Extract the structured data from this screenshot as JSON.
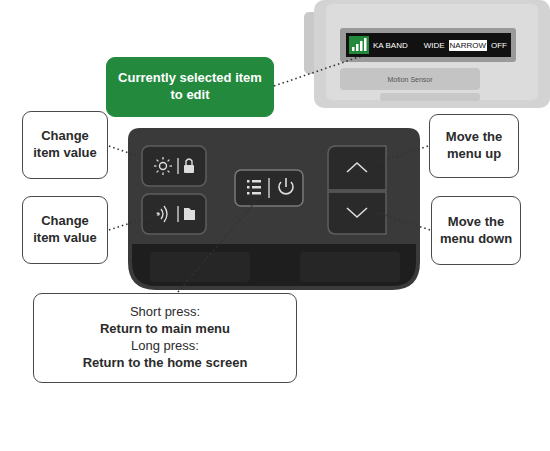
{
  "diagram": {
    "nodes": [
      {
        "text": [
          "Change item value"
        ]
      },
      {
        "text": [
          "Change item value"
        ]
      },
      {
        "text": [
          "Currently selected item to edit"
        ]
      },
      {
        "text": [
          "Move the menu up"
        ]
      },
      {
        "text": [
          "Move the menu down"
        ]
      },
      {
        "text": [
          "Short press:",
          "Return to main menu",
          "Long press:",
          "Return to the home screen"
        ]
      }
    ],
    "labels": [
      "KA BAND",
      "WIDE",
      "NARROW",
      "OFF",
      "Motion Sensor"
    ]
  }
}
